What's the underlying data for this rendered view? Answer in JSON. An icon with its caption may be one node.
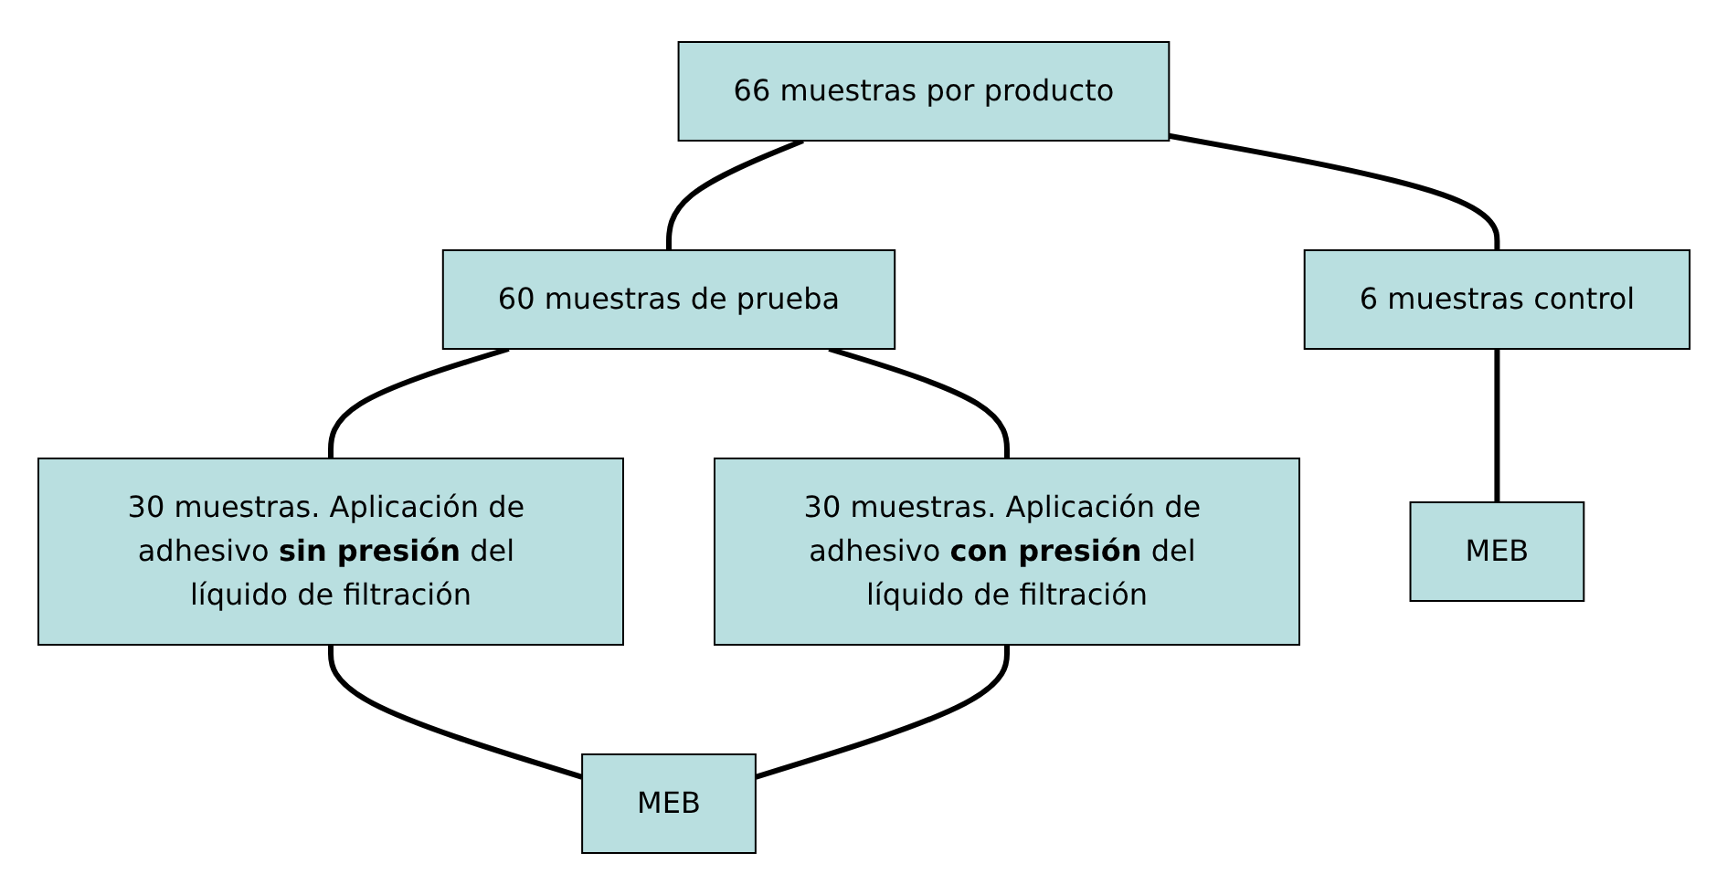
{
  "diagram": {
    "nodes": [
      {
        "text": [
          "66 muestras por producto"
        ]
      },
      {
        "text": [
          "60 muestras de prueba"
        ]
      },
      {
        "text": [
          "6 muestras control"
        ]
      },
      {
        "text": [
          "30 muestras. Aplicación de adhesivo **sin presión** del líquido de filtración"
        ]
      },
      {
        "text": [
          "30 muestras. Aplicación de adhesivo **con presión** del líquido de filtración"
        ]
      },
      {
        "text": [
          "MEB"
        ]
      },
      {
        "text": [
          "MEB"
        ]
      }
    ],
    "edges": [
      {
        "from": 0,
        "to": 1,
        "arrow": "none"
      },
      {
        "from": 0,
        "to": 2,
        "arrow": "none"
      },
      {
        "from": 1,
        "to": 3,
        "arrow": "none"
      },
      {
        "from": 1,
        "to": 4,
        "arrow": "none"
      },
      {
        "from": 3,
        "to": 5,
        "arrow": "none"
      },
      {
        "from": 4,
        "to": 5,
        "arrow": "none"
      },
      {
        "from": 2,
        "to": 6,
        "arrow": "none"
      }
    ]
  }
}
